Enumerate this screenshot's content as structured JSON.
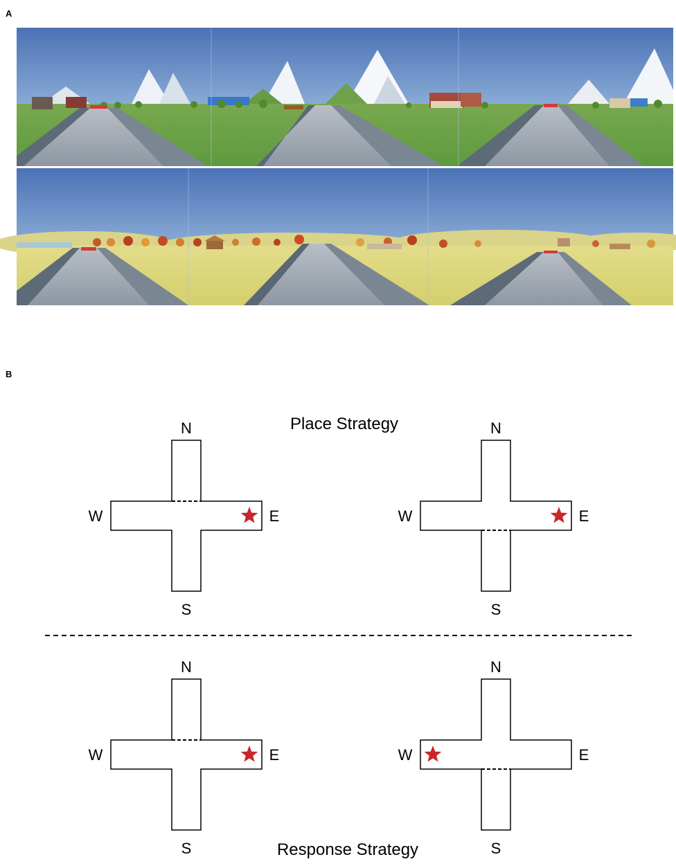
{
  "panels": {
    "a_label": "A",
    "b_label": "B"
  },
  "strategies": {
    "place": "Place Strategy",
    "response": "Response Strategy"
  },
  "compass": {
    "n": "N",
    "s": "S",
    "e": "E",
    "w": "W"
  },
  "mazes": [
    {
      "id": "place-left",
      "blocked_arm": "N",
      "goal_arm": "E"
    },
    {
      "id": "place-right",
      "blocked_arm": "S",
      "goal_arm": "E"
    },
    {
      "id": "response-left",
      "blocked_arm": "N",
      "goal_arm": "E"
    },
    {
      "id": "response-right",
      "blocked_arm": "S",
      "goal_arm": "W"
    }
  ],
  "colors": {
    "goal_star": "#c8262b",
    "sky_top": "#4a72b8",
    "sky_bottom": "#c9ddee",
    "summer_grass": "#6aa048",
    "autumn_grass": "#d8d27a",
    "road": "#9aa3ad"
  }
}
